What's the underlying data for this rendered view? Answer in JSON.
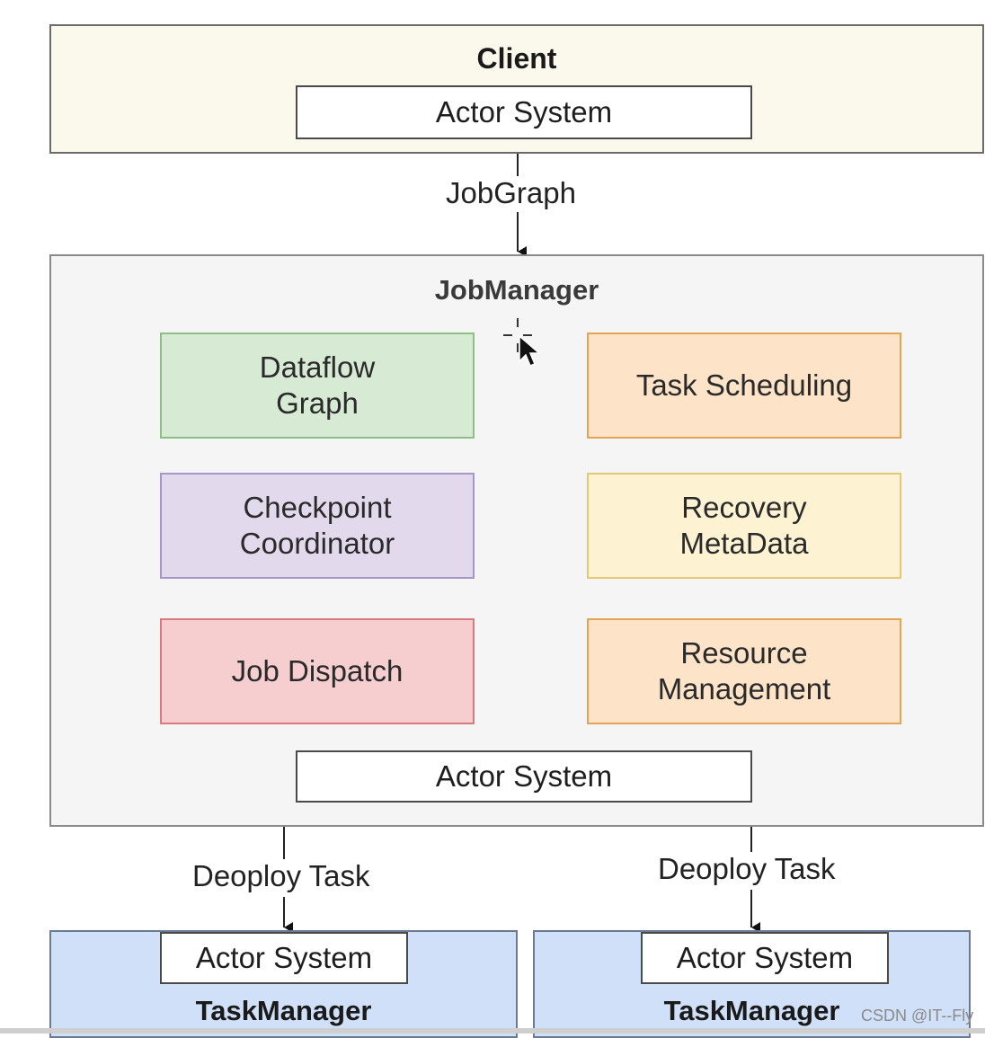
{
  "client": {
    "title": "Client",
    "actor_system": "Actor System"
  },
  "jobgraph_label": "JobGraph",
  "jobmanager": {
    "title": "JobManager",
    "components": {
      "dataflow_graph": "Dataflow\nGraph",
      "task_scheduling": "Task Scheduling",
      "checkpoint_coordinator": "Checkpoint\nCoordinator",
      "recovery_metadata": "Recovery\nMetaData",
      "job_dispatch": "Job Dispatch",
      "resource_management": "Resource\nManagement"
    },
    "actor_system": "Actor System"
  },
  "deploy_labels": [
    "Deoploy Task",
    "Deoploy Task"
  ],
  "taskmanagers": [
    {
      "title": "TaskManager",
      "actor_system": "Actor System"
    },
    {
      "title": "TaskManager",
      "actor_system": "Actor System"
    }
  ],
  "watermark": "CSDN @IT--Fly",
  "colors": {
    "client_bg": "#fbf9ec",
    "jobmanager_bg": "#f5f5f5",
    "taskmanager_bg": "#cfe0f8",
    "green": "#d7ead3",
    "orange": "#fde3c7",
    "purple": "#e3d9ec",
    "yellow": "#fdf3d3",
    "red": "#f6ced0"
  }
}
